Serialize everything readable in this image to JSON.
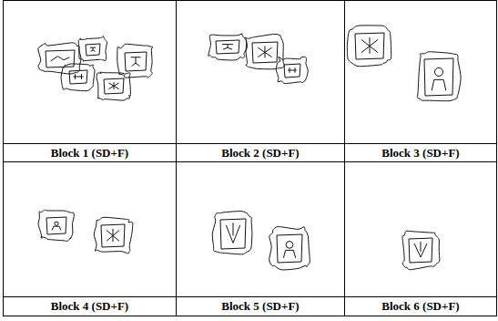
{
  "diagram": {
    "labels": [
      "Block 1 (SD+F)",
      "Block 2 (SD+F)",
      "Block 3 (SD+F)",
      "Block 4 (SD+F)",
      "Block 5 (SD+F)",
      "Block 6 (SD+F)"
    ]
  }
}
